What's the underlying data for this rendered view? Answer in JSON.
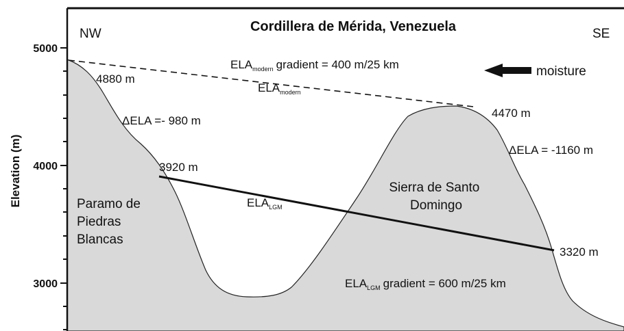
{
  "title": "Cordillera de Mérida, Venezuela",
  "directions": {
    "left": "NW",
    "right": "SE"
  },
  "moisture_label": "moisture",
  "y_axis": {
    "label": "Elevation (m)",
    "ticks": [
      "5000",
      "4000",
      "3000"
    ]
  },
  "regions": {
    "left_name": [
      "Paramo de",
      "Piedras",
      "Blancas"
    ],
    "right_name": [
      "Sierra de Santo",
      "Domingo"
    ]
  },
  "ela_modern": {
    "main": "ELA",
    "sub": "modern",
    "gradient_main": "ELA",
    "gradient_sub": "modern",
    "gradient_text": "gradient = 400 m/25 km",
    "left_value": "4880 m",
    "right_value": "4470 m"
  },
  "ela_lgm": {
    "main": "ELA",
    "sub": "LGM",
    "gradient_main": "ELA",
    "gradient_sub": "LGM",
    "gradient_text": "gradient = 600 m/25 km",
    "left_value": "3920 m",
    "right_value": "3320 m"
  },
  "delta": {
    "left": "ΔELA =- 980 m",
    "right": "ΔELA = -1160 m"
  },
  "colors": {
    "terrain_fill": "#d9d9d9",
    "line": "#111111"
  }
}
